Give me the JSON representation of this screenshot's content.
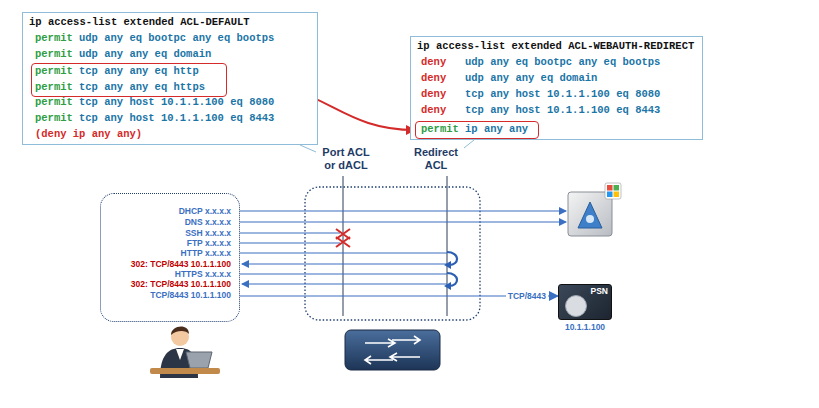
{
  "diagram": {
    "nodes": [
      {
        "text": [
          "ip access-list extended ACL-DEFAULT",
          "permit",
          "udp any eq bootpc any eq bootps",
          "permit",
          "udp any any eq domain",
          "permit",
          "tcp any host 10.1.1.100 eq 8080",
          "permit",
          "tcp any host 10.1.1.100 eq 8443",
          "(deny ip any any)"
        ]
      },
      {
        "text": [
          "permit",
          "tcp any any eq http",
          "permit",
          "tcp any any eq https"
        ],
        "in": 0
      },
      {
        "text": [
          "ip access-list extended ACL-WEBAUTH-REDIRECT",
          "deny",
          "udp any eq bootpc any eq bootps",
          "deny",
          "udp any any eq domain",
          "deny",
          "tcp any host 10.1.1.100 eq 8080",
          "deny",
          "tcp any host 10.1.1.100 eq 8443"
        ]
      },
      {
        "text": [
          "permit",
          "ip any any"
        ],
        "in": 2
      },
      {
        "text": [
          "DHCP x.x.x.x",
          "DNS x.x.x.x",
          "SSH x.x.x.x",
          "FTP x.x.x.x",
          "HTTP x.x.x.x",
          "302: TCP/8443 10.1.1.100",
          "HTTPS x.x.x.x",
          "302: TCP/8443 10.1.1.100",
          "TCP/8443 10.1.1.100"
        ]
      },
      {
        "text": [
          "PSN",
          "10.1.1.100"
        ]
      }
    ],
    "edges": [
      {
        "from": 1,
        "to": 3,
        "arrow": "to"
      },
      {
        "from": 4,
        "to": 5,
        "label": "TCP/8443",
        "arrow": "to"
      }
    ],
    "labels": [
      "Port ACL or dACL",
      "Redirect ACL"
    ]
  }
}
